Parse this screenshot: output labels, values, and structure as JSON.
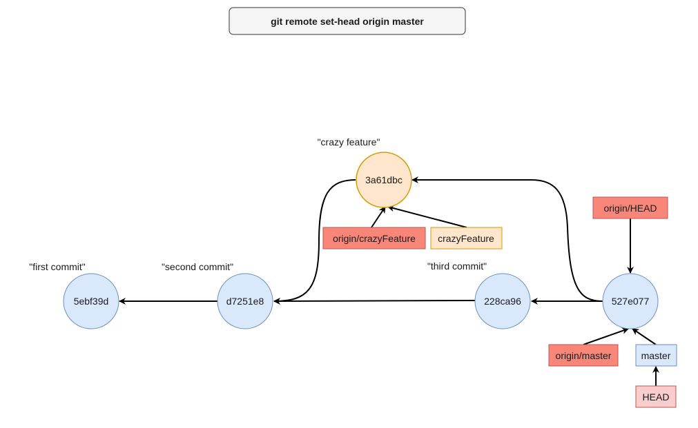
{
  "command": {
    "label": "git remote set-head origin master"
  },
  "commits": {
    "c1": {
      "hash": "5ebf39d",
      "message": "\"first commit\""
    },
    "c2": {
      "hash": "d7251e8",
      "message": "\"second commit\""
    },
    "c3": {
      "hash": "228ca96",
      "message": "\"third commit\""
    },
    "c4": {
      "hash": "527e077",
      "message": ""
    },
    "c5": {
      "hash": "3a61dbc",
      "message": "\"crazy feature\""
    }
  },
  "refs": {
    "origin_crazy_feature": "origin/crazyFeature",
    "crazy_feature": "crazyFeature",
    "origin_head": "origin/HEAD",
    "origin_master": "origin/master",
    "master": "master",
    "head": "HEAD"
  },
  "colors": {
    "commit_fill": "#dae8fc",
    "commit_stroke": "#6c8ebf",
    "feature_commit_fill": "#ffe6cc",
    "feature_commit_stroke": "#d79b00",
    "remote_ref_fill": "#f8877a",
    "remote_ref_stroke": "#b85450",
    "local_feature_fill": "#ffe6cc",
    "local_feature_stroke": "#d79b00",
    "local_master_fill": "#dae8fc",
    "local_master_stroke": "#6c8ebf",
    "head_fill": "#f8cecc",
    "head_stroke": "#b85450",
    "command_fill": "#f5f5f5",
    "command_stroke": "#333333"
  }
}
